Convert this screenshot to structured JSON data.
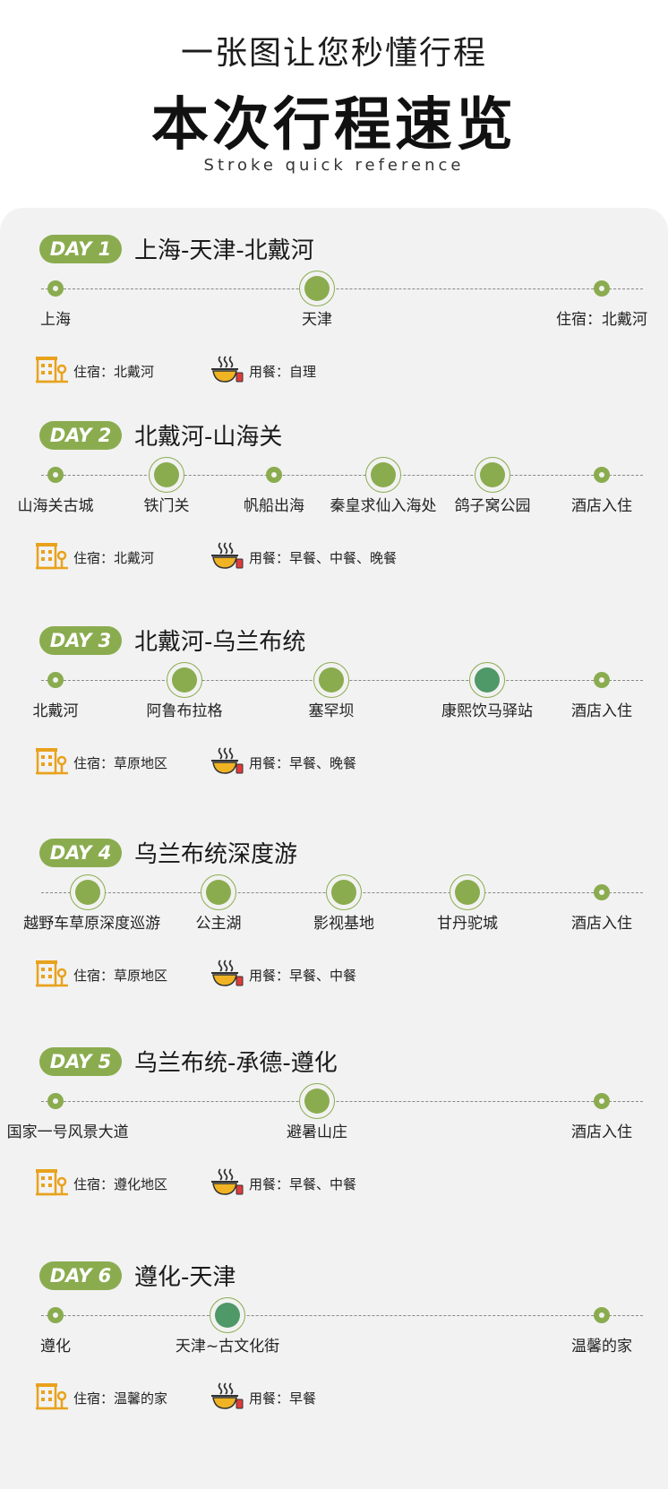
{
  "header": {
    "subtitle": "一张图让您秒懂行程",
    "title": "本次行程速览",
    "subtitle_en": "Stroke quick reference"
  },
  "colors": {
    "accent": "#8aac4f",
    "accent_dark": "#4f9868",
    "panel": "#f2f2f2"
  },
  "icons": {
    "lodging": "hotel-building-icon",
    "meal": "food-bowl-icon"
  },
  "days": [
    {
      "badge": "DAY 1",
      "route": "上海-天津-北戴河",
      "stops": [
        "上海",
        "天津",
        "住宿：北戴河"
      ],
      "lodging": "住宿：北戴河",
      "meals": "用餐：自理"
    },
    {
      "badge": "DAY 2",
      "route": "北戴河-山海关",
      "stops": [
        "山海关古城",
        "铁门关",
        "帆船出海",
        "秦皇求仙入海处",
        "鸽子窝公园",
        "酒店入住"
      ],
      "lodging": "住宿：北戴河",
      "meals": "用餐：早餐、中餐、晚餐"
    },
    {
      "badge": "DAY 3",
      "route": "北戴河-乌兰布统",
      "stops": [
        "北戴河",
        "阿鲁布拉格",
        "塞罕坝",
        "康熙饮马驿站",
        "酒店入住"
      ],
      "lodging": "住宿：草原地区",
      "meals": "用餐：早餐、晚餐"
    },
    {
      "badge": "DAY 4",
      "route": "乌兰布统深度游",
      "stops": [
        "越野车草原深度巡游",
        "公主湖",
        "影视基地",
        "甘丹驼城",
        "酒店入住"
      ],
      "lodging": "住宿：草原地区",
      "meals": "用餐：早餐、中餐"
    },
    {
      "badge": "DAY 5",
      "route": "乌兰布统-承德-遵化",
      "stops": [
        "国家一号风景大道",
        "避暑山庄",
        "酒店入住"
      ],
      "lodging": "住宿：遵化地区",
      "meals": "用餐：早餐、中餐"
    },
    {
      "badge": "DAY 6",
      "route": "遵化-天津",
      "stops": [
        "遵化",
        "天津~古文化街",
        "温馨的家"
      ],
      "lodging": "住宿：温馨的家",
      "meals": "用餐：早餐"
    }
  ]
}
